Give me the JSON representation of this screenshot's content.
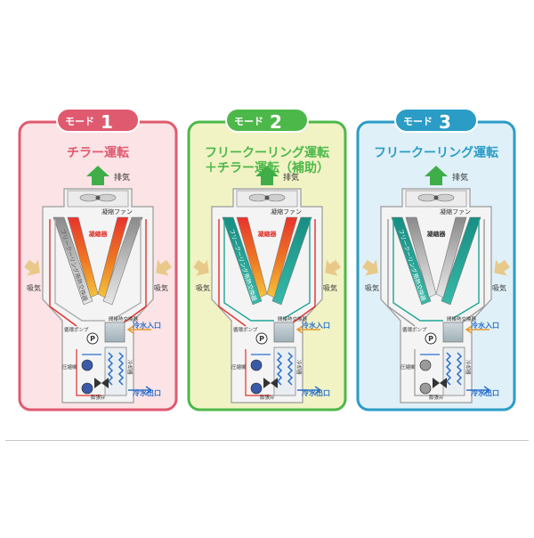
{
  "colors": {
    "mode1_accent": "#e05a6f",
    "mode1_panel": "#fbe3e6",
    "mode2_accent": "#4db84a",
    "mode2_panel": "#f1f3c4",
    "mode3_accent": "#2a9cc6",
    "mode3_panel": "#dff0f8",
    "hot_red": "#e0302a",
    "cool_blue": "#2b6fc9",
    "teal": "#1fa596",
    "exhaust_green": "#3fae49",
    "intake_tan": "#e8c98a"
  },
  "modes": [
    {
      "badge_text": "モード",
      "badge_number": "1",
      "title_line1": "チラー運転",
      "title_line2": "",
      "fan_label": "凝縮ファン",
      "exhaust_label": "排気",
      "intake_left": "吸気",
      "intake_right": "吸気",
      "condenser_label": "凝縮器",
      "fc_coil_label": "フリークーリング用熱交換器",
      "intermediate_hx": "間接熱交換器",
      "pump_label": "循環ポンプ",
      "pump_symbol": "P",
      "compressor_label": "圧縮機",
      "evaporator_label": "冷却器",
      "valve_label": "膨張弁",
      "inlet_label": "冷水入口",
      "outlet_label": "冷水出口"
    },
    {
      "badge_text": "モード",
      "badge_number": "2",
      "title_line1": "フリークーリング運転",
      "title_line2": "＋チラー運転（補助）",
      "fan_label": "凝縮ファン",
      "exhaust_label": "排気",
      "intake_left": "吸気",
      "intake_right": "吸気",
      "condenser_label": "凝縮器",
      "fc_coil_label": "フリークーリング用熱交換器",
      "intermediate_hx": "間接熱交換器",
      "pump_label": "循環ポンプ",
      "pump_symbol": "P",
      "compressor_label": "圧縮機",
      "evaporator_label": "冷却器",
      "valve_label": "膨張弁",
      "inlet_label": "冷水入口",
      "outlet_label": "冷水出口"
    },
    {
      "badge_text": "モード",
      "badge_number": "3",
      "title_line1": "フリークーリング運転",
      "title_line2": "",
      "fan_label": "凝縮ファン",
      "exhaust_label": "排気",
      "intake_left": "吸気",
      "intake_right": "吸気",
      "condenser_label": "凝縮器",
      "fc_coil_label": "フリークーリング用熱交換器",
      "intermediate_hx": "間接熱交換器",
      "pump_label": "循環ポンプ",
      "pump_symbol": "P",
      "compressor_label": "圧縮機",
      "evaporator_label": "冷却器",
      "valve_label": "膨張弁",
      "inlet_label": "冷水入口",
      "outlet_label": "冷水出口"
    }
  ]
}
